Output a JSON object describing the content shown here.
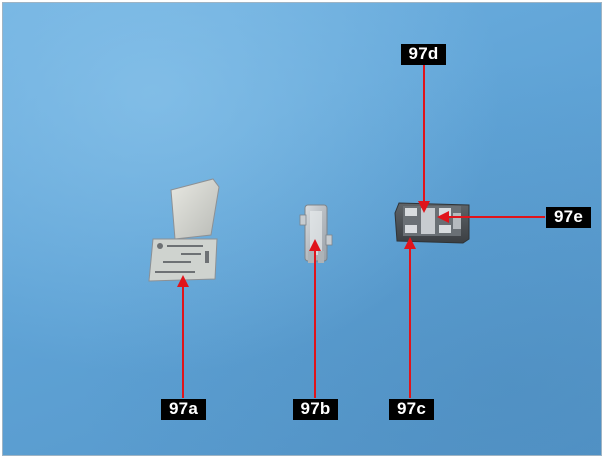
{
  "callouts": [
    {
      "id": "97a",
      "text": "97a"
    },
    {
      "id": "97b",
      "text": "97b"
    },
    {
      "id": "97c",
      "text": "97c"
    },
    {
      "id": "97d",
      "text": "97d"
    },
    {
      "id": "97e",
      "text": "97e"
    }
  ],
  "colors": {
    "background": "#5fa3d6",
    "arrow": "#e0141b",
    "label_bg": "#000000",
    "label_text": "#ffffff"
  }
}
